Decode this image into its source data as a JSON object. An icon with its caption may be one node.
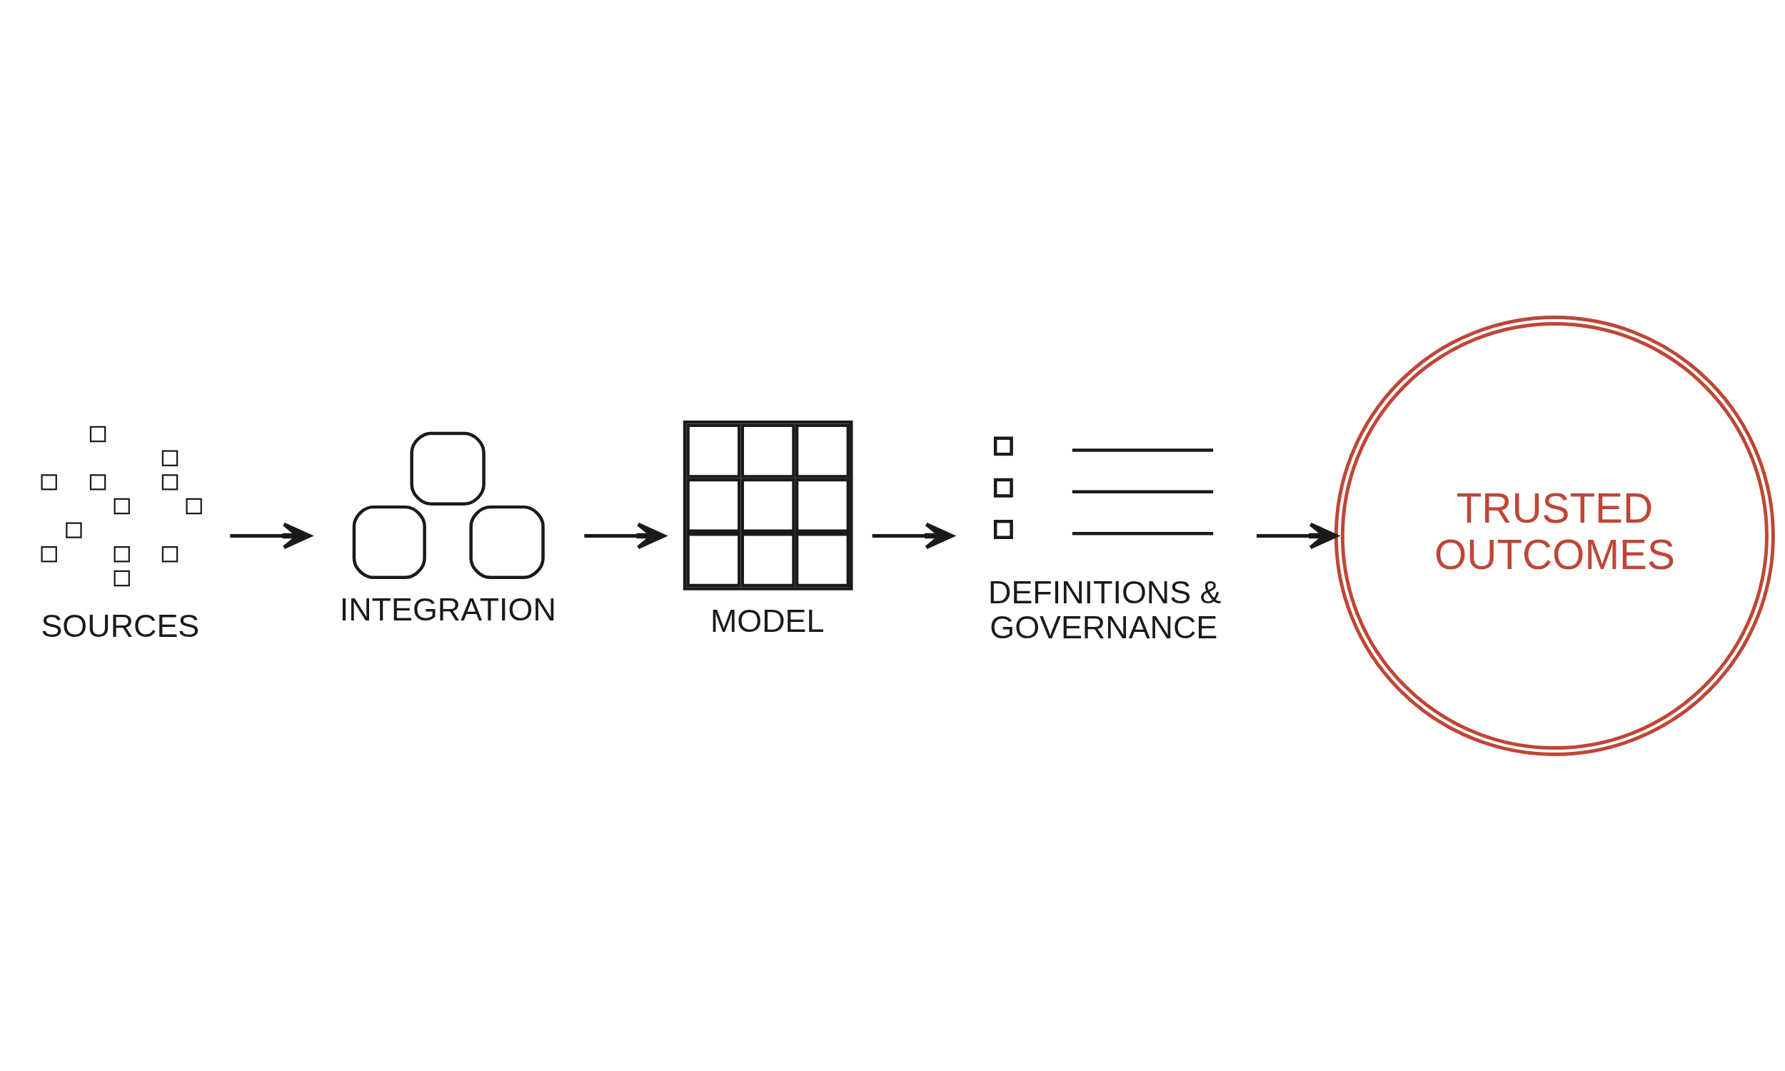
{
  "diagram": {
    "nodes": [
      {
        "text": [
          "SOURCES"
        ]
      },
      {
        "text": [
          "INTEGRATION"
        ]
      },
      {
        "text": [
          "MODEL"
        ]
      },
      {
        "text": [
          "DEFINITIONS & GOVERNANCE"
        ]
      },
      {
        "text": [
          "TRUSTED OUTCOMES"
        ]
      }
    ],
    "edges": [
      {
        "from": 0,
        "to": 1,
        "arrow": "to"
      },
      {
        "from": 1,
        "to": 2,
        "arrow": "to"
      },
      {
        "from": 2,
        "to": 3,
        "arrow": "to"
      },
      {
        "from": 3,
        "to": 4,
        "arrow": "to"
      }
    ]
  }
}
